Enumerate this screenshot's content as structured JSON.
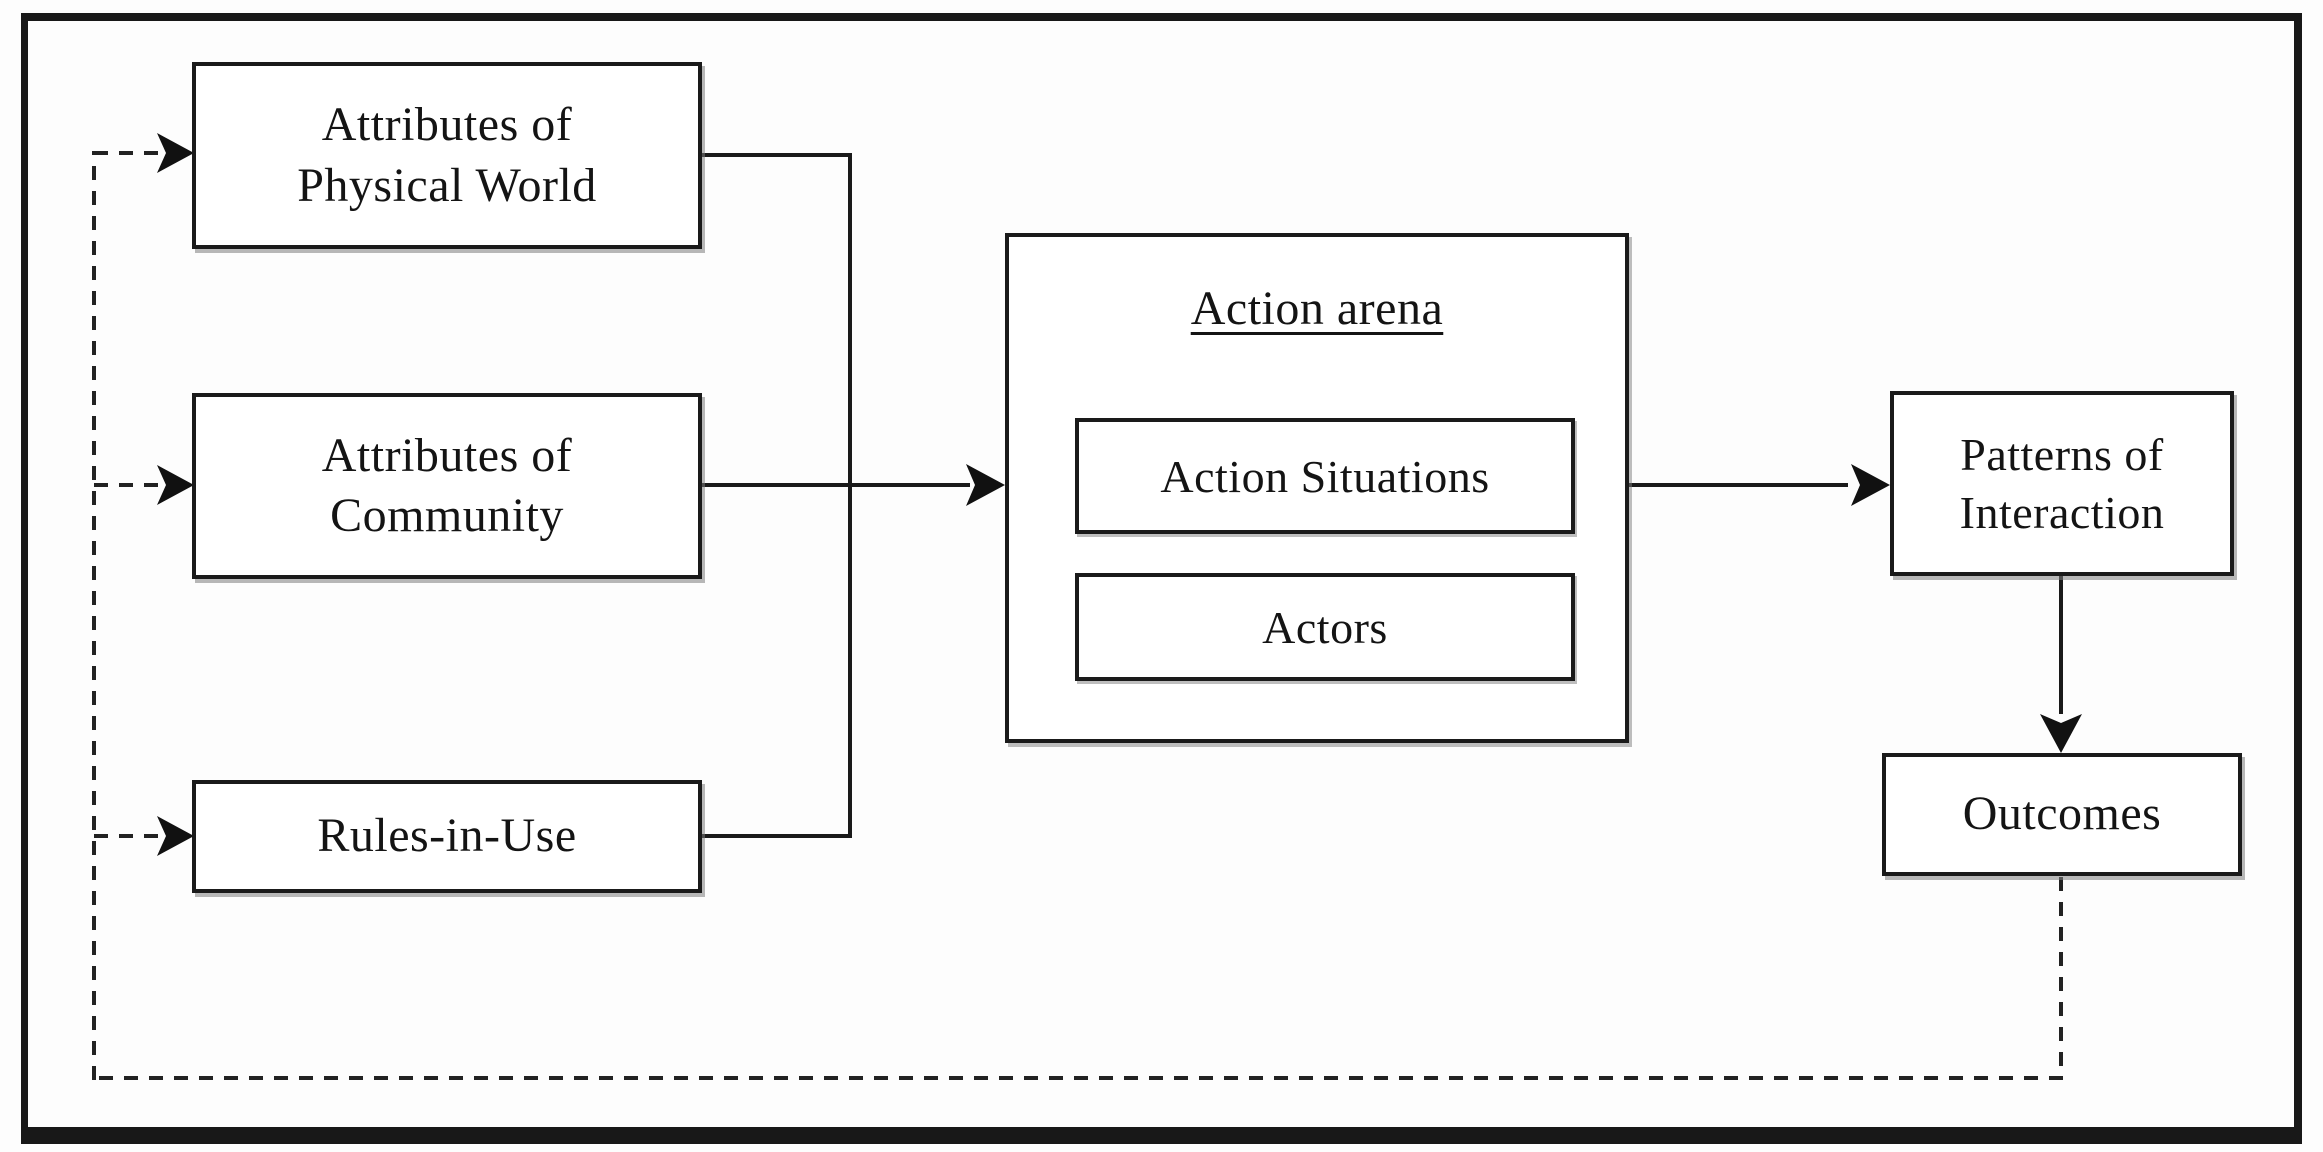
{
  "diagram": {
    "nodes": {
      "physical_world": {
        "line1": "Attributes of",
        "line2": "Physical World"
      },
      "community": {
        "line1": "Attributes of",
        "line2": "Community"
      },
      "rules_in_use": {
        "label": "Rules-in-Use"
      },
      "action_arena": {
        "title": "Action arena",
        "situations_label": "Action Situations",
        "actors_label": "Actors"
      },
      "patterns": {
        "line1": "Patterns of",
        "line2": "Interaction"
      },
      "outcomes": {
        "label": "Outcomes"
      }
    },
    "edges": [
      "physical_world -> action_arena (solid trunk)",
      "community -> action_arena (solid arrow)",
      "rules_in_use -> action_arena (solid trunk)",
      "action_arena -> patterns (solid arrow)",
      "patterns -> outcomes (solid arrow)",
      "outcomes -> physical_world/community/rules_in_use (dashed feedback loop)"
    ],
    "colors": {
      "ink": "#1a1a1a",
      "paper": "#ffffff"
    }
  }
}
